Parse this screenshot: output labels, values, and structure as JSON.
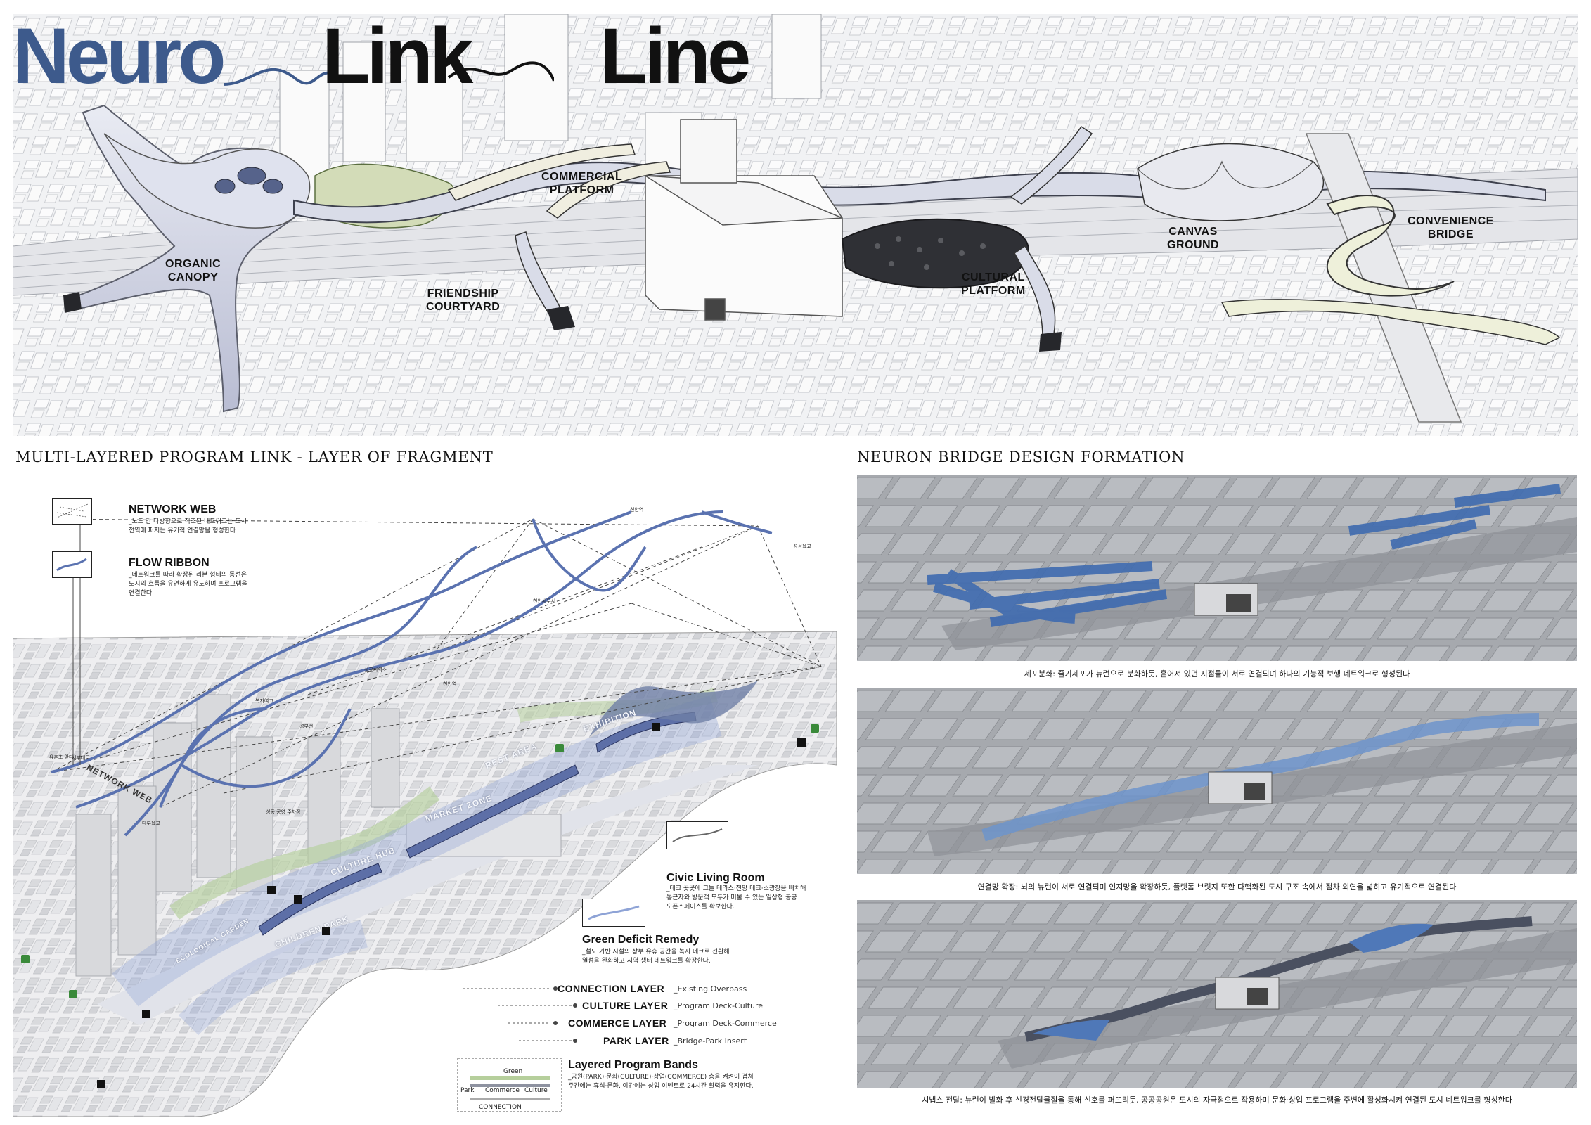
{
  "title": {
    "word1": "Neuro",
    "word2": "Link",
    "word3": "Line",
    "accent_color": "#3d5a8c"
  },
  "hero_labels": {
    "organic_canopy": [
      "ORGANIC",
      "CANOPY"
    ],
    "commercial_platform": [
      "COMMERCIAL",
      "PLATFORM"
    ],
    "friendship_courtyard": [
      "FRIENDSHIP",
      "COURTYARD"
    ],
    "cultural_platform": [
      "CULTURAL",
      "PLATFORM"
    ],
    "canvas_ground": [
      "CANVAS",
      "GROUND"
    ],
    "convenience_bridge": [
      "CONVENIENCE",
      "BRIDGE"
    ]
  },
  "sections": {
    "left_heading": "MULTI-LAYERED PROGRAM LINK - LAYER OF FRAGMENT",
    "right_heading": "NEURON BRIDGE DESIGN FORMATION"
  },
  "legend": {
    "network_web": {
      "title": "NETWORK WEB",
      "body": [
        "_노드 간 다방향으로 직조된 네트워크는 도시",
        "전역에 퍼지는 유기적 연결망을 형성한다"
      ]
    },
    "flow_ribbon": {
      "title": "FLOW RIBBON",
      "body": [
        "_네트워크를 따라 확장된 리본 형태의 동선은",
        "도시의 흐름을 유연하게 유도하며 프로그램을",
        "연결한다."
      ]
    },
    "civic_living_room": {
      "title": "Civic Living Room",
      "body": [
        "_데크 곳곳에 그늘 테라스·전망 데크·소광장을 배치해",
        "통근자와 방문객 모두가 머물 수 있는 일상형 공공",
        "오픈스페이스를 확보한다."
      ]
    },
    "green_deficit": {
      "title": "Green Deficit Remedy",
      "body": [
        "_철도 기반 시설의 상부 유휴 공간을 녹지 데크로 전환해",
        "열섬을 완화하고 지역 생태 네트워크를 확장한다."
      ]
    },
    "layered_bands": {
      "title": "Layered Program Bands",
      "body": [
        "_공원(PARK)·문화(CULTURE)·상업(COMMERCE) 층을 켜켜이 겹쳐",
        "주간에는 휴식·문화, 야간에는 상업 이벤트로 24시간 활력을 유지한다."
      ]
    }
  },
  "layers": [
    {
      "name": "CONNECTION LAYER",
      "desc": "_Existing Overpass"
    },
    {
      "name": "CULTURE LAYER",
      "desc": "_Program Deck-Culture"
    },
    {
      "name": "COMMERCE LAYER",
      "desc": "_Program Deck-Commerce"
    },
    {
      "name": "PARK LAYER",
      "desc": "_Bridge-Park Insert"
    }
  ],
  "bands_diagram": {
    "green": "Green",
    "park": "Park",
    "commerce": "Commerce",
    "culture": "Culture",
    "connection": "CONNECTION"
  },
  "map_tags": {
    "network_web": "NETWORK WEB",
    "culture_hub": "CULTURE HUB",
    "market_zone": "MARKET ZONE",
    "rest_area": "REST AREA",
    "exhibition": "EXHIBITION",
    "children_park": "CHILDREN PARK",
    "ecological_garden": "ECOLOGICAL GARDEN"
  },
  "node_labels": [
    "천안역",
    "성정육교",
    "천안역",
    "상공회의소",
    "복자여고",
    "천안세무서",
    "경부선",
    "서부대로",
    "다부육교",
    "유촌초 앞다",
    "성동 공영 주차장"
  ],
  "captions": [
    "세포분화: 줄기세포가 뉴런으로 분화하듯, 흩어져 있던 지점들이 서로 연결되며 하나의 기능적 보행 네트워크로 형성된다",
    "연결망 확장:  뇌의 뉴런이 서로 연결되며 인지망을 확장하듯, 플랫폼 브릿지 또한 다핵화된 도시 구조 속에서 점차 외연을 넓히고 유기적으로 연결된다",
    "시냅스 전달: 뉴런이 발화 후 신경전달물질을 통해 신호를 퍼뜨리듯, 공공공원은 도시의 자극점으로 작용하며 문화·상업 프로그램을 주변에 활성화시켜 연결된 도시 네트워크를 형성한다"
  ],
  "colors": {
    "ribbon_blue": "#5a72b0",
    "deep_blue": "#3f5fa3",
    "green_band": "#b6cf9c",
    "panel_gray": "#9a9da3"
  }
}
